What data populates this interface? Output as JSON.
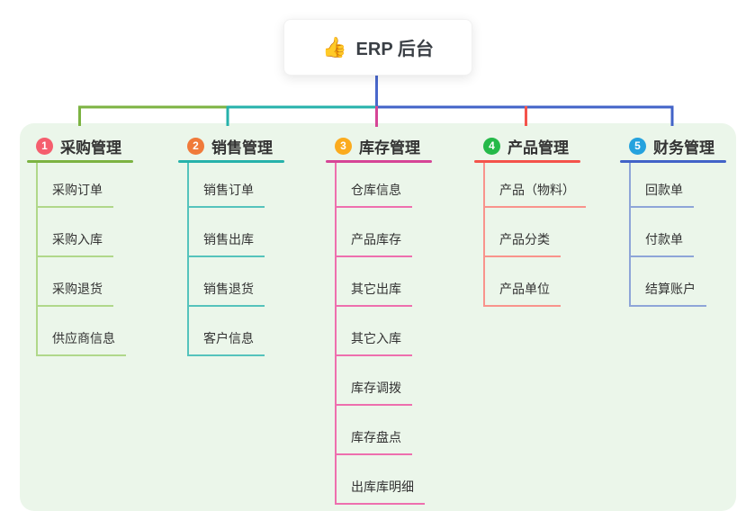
{
  "root": {
    "icon": "👍",
    "title": "ERP 后台"
  },
  "colors": {
    "page_bg": "#ffffff",
    "panel_bg": "#ebf6ea",
    "text": "#333333",
    "root_connector": "#4a68cc"
  },
  "columns": [
    {
      "index": "1",
      "title": "采购管理",
      "badge_color": "#f55e6e",
      "branch_color": "#7cb342",
      "item_line_color": "#b0d88a",
      "items": [
        "采购订单",
        "采购入库",
        "采购退货",
        "供应商信息"
      ]
    },
    {
      "index": "2",
      "title": "销售管理",
      "badge_color": "#f07a3a",
      "branch_color": "#26b2ab",
      "item_line_color": "#55c3bc",
      "items": [
        "销售订单",
        "销售出库",
        "销售退货",
        "客户信息"
      ]
    },
    {
      "index": "3",
      "title": "库存管理",
      "badge_color": "#fbab1e",
      "branch_color": "#d64596",
      "item_line_color": "#ee6fae",
      "items": [
        "仓库信息",
        "产品库存",
        "其它出库",
        "其它入库",
        "库存调拨",
        "库存盘点",
        "出库库明细"
      ]
    },
    {
      "index": "4",
      "title": "产品管理",
      "badge_color": "#25b949",
      "branch_color": "#f4534b",
      "item_line_color": "#f9938c",
      "items": [
        "产品（物料）",
        "产品分类",
        "产品单位"
      ]
    },
    {
      "index": "5",
      "title": "财务管理",
      "badge_color": "#25a2de",
      "branch_color": "#4263c8",
      "item_line_color": "#8ea5d8",
      "items": [
        "回款单",
        "付款单",
        "结算账户"
      ]
    }
  ]
}
